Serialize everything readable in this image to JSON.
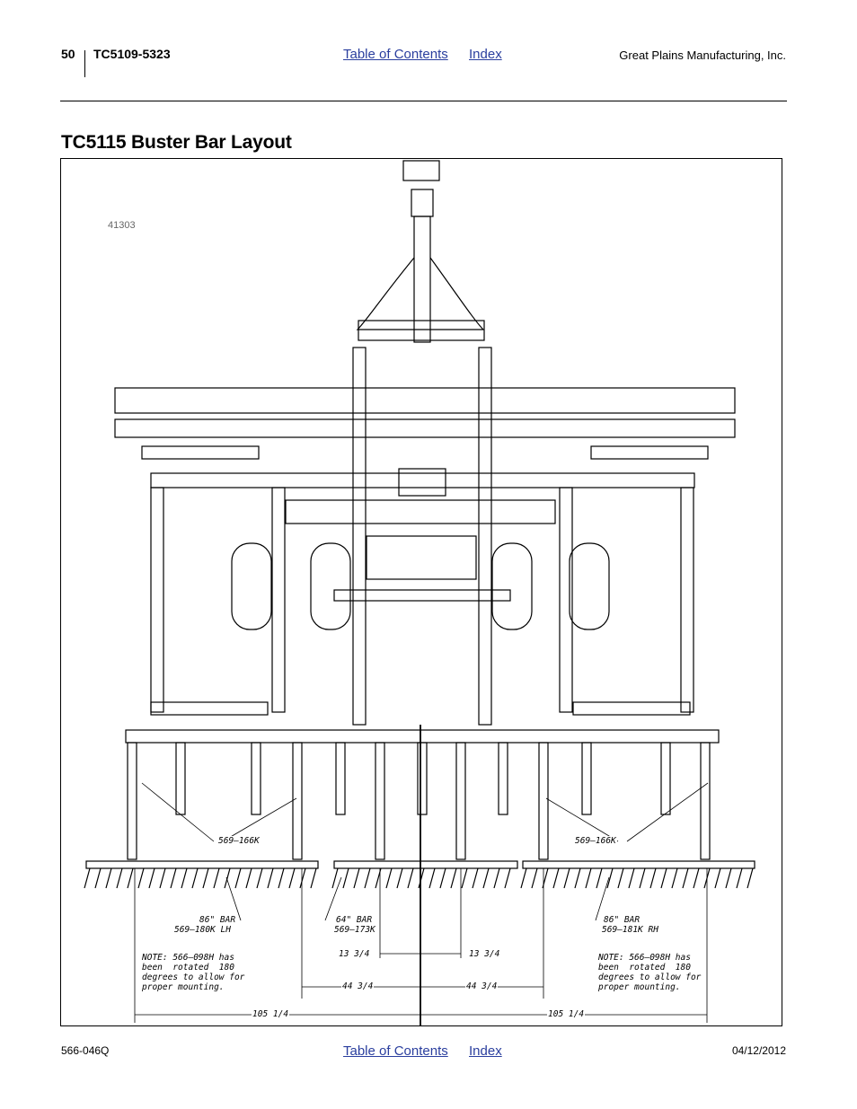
{
  "header": {
    "page_number": "50",
    "doc_id": "TC5109-5323",
    "toc_link": "Table of Contents",
    "index_link": "Index",
    "company": "Great Plains Manufacturing, Inc."
  },
  "title": "TC5115 Buster Bar Layout",
  "figure": {
    "figure_id": "41303",
    "callouts": {
      "part_left": "569–166K",
      "part_right": "569–166K",
      "bar_left_size": "86\" BAR",
      "bar_left_part": "569–180K LH",
      "bar_center_size": "64\" BAR",
      "bar_center_part": "569–173K",
      "bar_right_size": "86\" BAR",
      "bar_right_part": "569–181K RH",
      "note_left": "NOTE: 566–098H has\nbeen  rotated  180\ndegrees to allow for\nproper mounting.",
      "note_right": "NOTE: 566–098H has\nbeen  rotated  180\ndegrees to allow for\nproper mounting.",
      "dim_center_left": "13 3/4",
      "dim_center_right": "13 3/4",
      "dim_mid_left": "44 3/4",
      "dim_mid_right": "44 3/4",
      "dim_outer_left": "105 1/4",
      "dim_outer_right": "105 1/4"
    }
  },
  "footer": {
    "doc_number": "566-046Q",
    "toc_link": "Table of Contents",
    "index_link": "Index",
    "date": "04/12/2012"
  }
}
